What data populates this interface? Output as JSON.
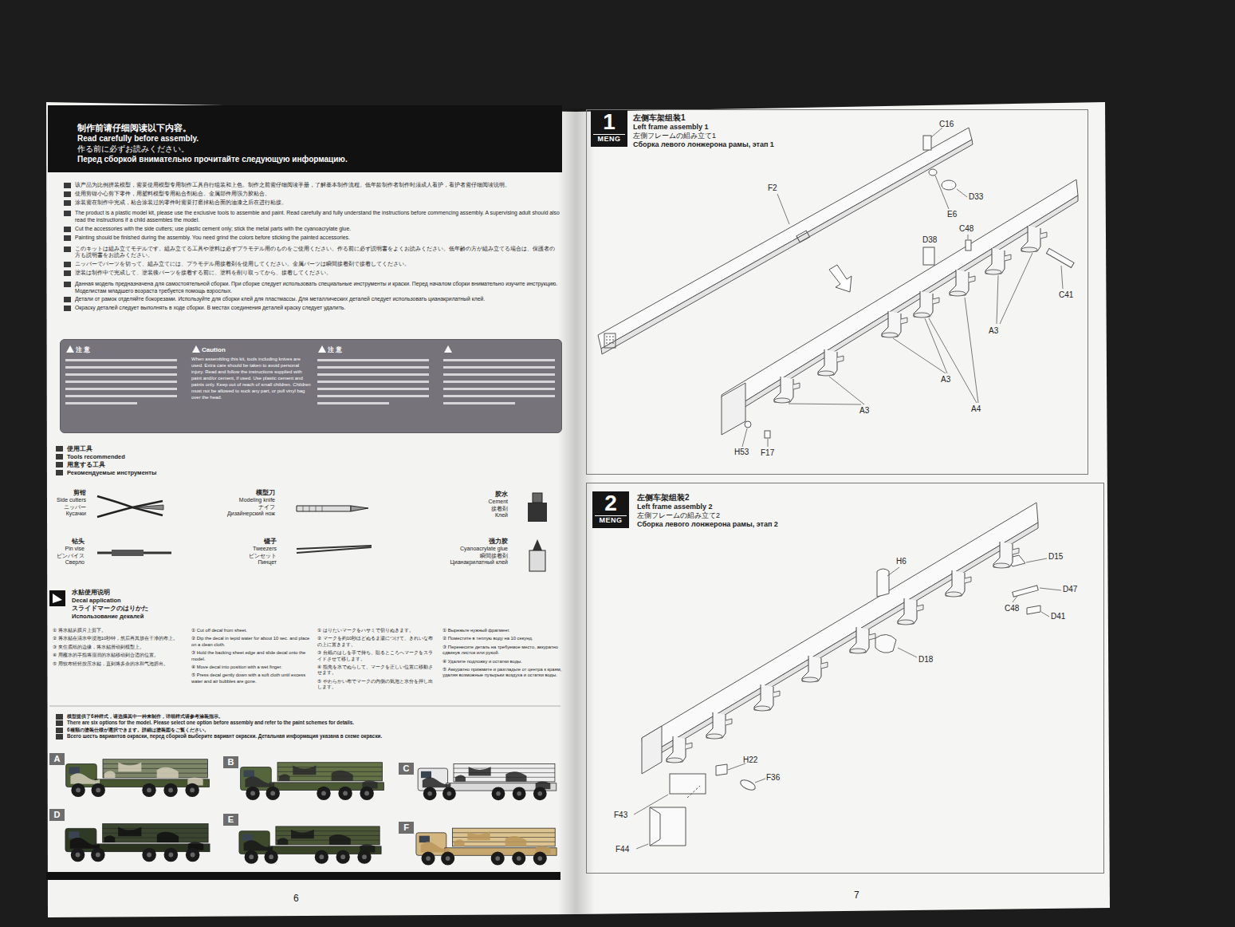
{
  "diagram": {
    "nodes": [
      {
        "text": [
          "制作前请仔细阅读以下内容。",
          "Read carefully before assembly.",
          "作る前に必ずお読みください。",
          "Перед сборкой внимательно прочитайте следующую информацию."
        ]
      },
      {
        "text": [
          "注 意",
          "Caution",
          "When assembling this kit, tools including knives are used. Extra care should be taken to avoid personal injury. Read and follow the instructions supplied with paint and/or cement, if used. Use plastic cement and paints only. Keep out of reach of small children. Children must not be allowed to suck any part, or pull vinyl bag over the head.",
          "注 意"
        ]
      },
      {
        "text": [
          "左侧车架组装1",
          "Left frame assembly 1",
          "左側フレームの組み立て1",
          "Сборка левого лонжерона рамы, этап 1"
        ]
      },
      {
        "text": [
          "1",
          "MENG"
        ],
        "in": 2
      },
      {
        "text": [
          "左侧车架组装2",
          "Left frame assembly 2",
          "左側フレームの組み立て2",
          "Сборка левого лонжерона рамы, этап 2"
        ]
      },
      {
        "text": [
          "2",
          "MENG"
        ],
        "in": 4
      },
      {
        "text": [
          "A"
        ]
      },
      {
        "text": [
          "B"
        ]
      },
      {
        "text": [
          "C"
        ]
      },
      {
        "text": [
          "D"
        ]
      },
      {
        "text": [
          "E"
        ]
      },
      {
        "text": [
          "F"
        ]
      }
    ],
    "labels": [
      "该产品为比例拼装模型，需要使用模型专用制作工具自行组装和上色。制作之前需仔细阅读手册，了解基本制作流程。低年龄制作者制作时须成人看护，看护者需仔细阅读说明。",
      "使用剪钳小心剪下零件，用塑料模型专用粘合剂粘合。金属部件用强力胶粘合。",
      "涂装需在制作中完成，粘合涂装过的零件时需要打磨掉粘合面的油漆之后在进行粘接。",
      "The product is a plastic model kit, please use the exclusive tools to assemble and paint. Read carefully and fully understand the instructions before commencing assembly. A supervising adult should also read the instructions if a child assembles the model.",
      "Cut the accessories with the side cutters; use plastic cement only; stick the metal parts with the cyanoacrylate glue.",
      "Painting should be finished during the assembly. You need grind the colors before sticking the painted accessories.",
      "このキットは組み立てモデルです。組み立てる工具や塗料は必ずプラモデル用のものをご使用ください。作る前に必ず説明書をよくお読みください。低年齢の方が組み立てる場合は、保護者の方も説明書をお読みください。",
      "ニッパーでパーツを切って、組み立てには、プラモデル用接着剤を使用してください。金属パーツは瞬間接着剤で接着してください。",
      "塗装は制作中で完成して、塗装後パーツを接着する前に、塗料を削り取ってから、接着してください。",
      "Данная модель предназначена для самостоятельной сборки. При сборке следует использовать специальные инструменты и краски. Перед началом сборки внимательно изучите инструкцию. Моделистам младшего возраста требуется помощь взрослых.",
      "Детали от рамок отделяйте бокорезами. Используйте для сборки клей для пластмассы. Для металлических деталей следует использовать цианакрилатный клей.",
      "Окраску деталей следует выполнять в ходе сборки. В местах соединения деталей краску следует удалить.",
      "使用工具",
      "Tools recommended",
      "用意する工具",
      "Рекомендуемые инструменты",
      "剪钳",
      "Side cutters",
      "ニッパー",
      "Кусачки",
      "模型刀",
      "Modeling knife",
      "ナイフ",
      "Дизайнерский нож",
      "胶水",
      "Cement",
      "接着剤",
      "Клей",
      "钻头",
      "Pin vise",
      "ピンバイス",
      "Сверло",
      "镊子",
      "Tweezers",
      "ピンセット",
      "Пинцет",
      "强力胶",
      "Cyanoacrylate glue",
      "瞬間接着剤",
      "Цианакрилатный клей",
      "水贴使用说明",
      "Decal application",
      "スライドマークのはりかた",
      "Использование декалей",
      "① 将水贴从膜片上剪下。",
      "② 将水贴在清水中浸泡10秒钟，然后再其放在干净的布上。",
      "③ 夹住底纸的边缘，将水贴滑动到模型上。",
      "④ 用蘸水的手指将湿润的水贴移动到合适的位置。",
      "⑤ 用软布轻轻按压水贴，直到将多余的水和气泡挤出。",
      "① Cut off decal from sheet.",
      "② Dip the decal in tepid water for about 10 sec. and place on a clean cloth.",
      "③ Hold the backing sheet edge and slide decal onto the model.",
      "④ Move decal into position with a wet finger.",
      "⑤ Press decal gently down with a soft cloth until excess water and air bubbles are gone.",
      "① はりたいマークをハサミで切りぬきます。",
      "② マークを約10秒ほどぬるま湯につけて、きれいな布の上に置きます。",
      "③ 台紙のはしを手で持ち、貼るところへマークをスライドさせて移します。",
      "④ 指先を水でぬらして、マークを正しい位置に移動させます。",
      "⑤ やわらかい布でマークの内側の気泡と水分を押し出します。",
      "① Вырежьте нужный фрагмент.",
      "② Поместите в теплую воду на 10 секунд.",
      "③ Перенесите деталь на требуемое место, аккуратно сдвинув листок или рукой.",
      "④ Удалите подложку и остатки воды.",
      "⑤ Аккуратно прижмите и разгладьте от центра к краям, удаляя возможные пузырьки воздуха и остатки воды.",
      "模型提供了6种样式，请选择其中一种来制作，详细样式请参考涂装指示。",
      "There are six options for the model. Please select one option before assembly and refer to the paint schemes for details.",
      "6種類の塗装仕様が選択できます。詳細は塗装図をご覧ください。",
      "Всего шесть вариантов окраски, перед сборкой выберите вариант окраски. Детальная информация указана в схеме окраски.",
      "6",
      "7",
      "C16",
      "F2",
      "D33",
      "E6",
      "D38",
      "C48",
      "C41",
      "A3",
      "A3",
      "A3",
      "A4",
      "H53",
      "F17",
      "H6",
      "D15",
      "D47",
      "C48",
      "D41",
      "D18",
      "H22",
      "F36",
      "F43",
      "F44"
    ]
  }
}
